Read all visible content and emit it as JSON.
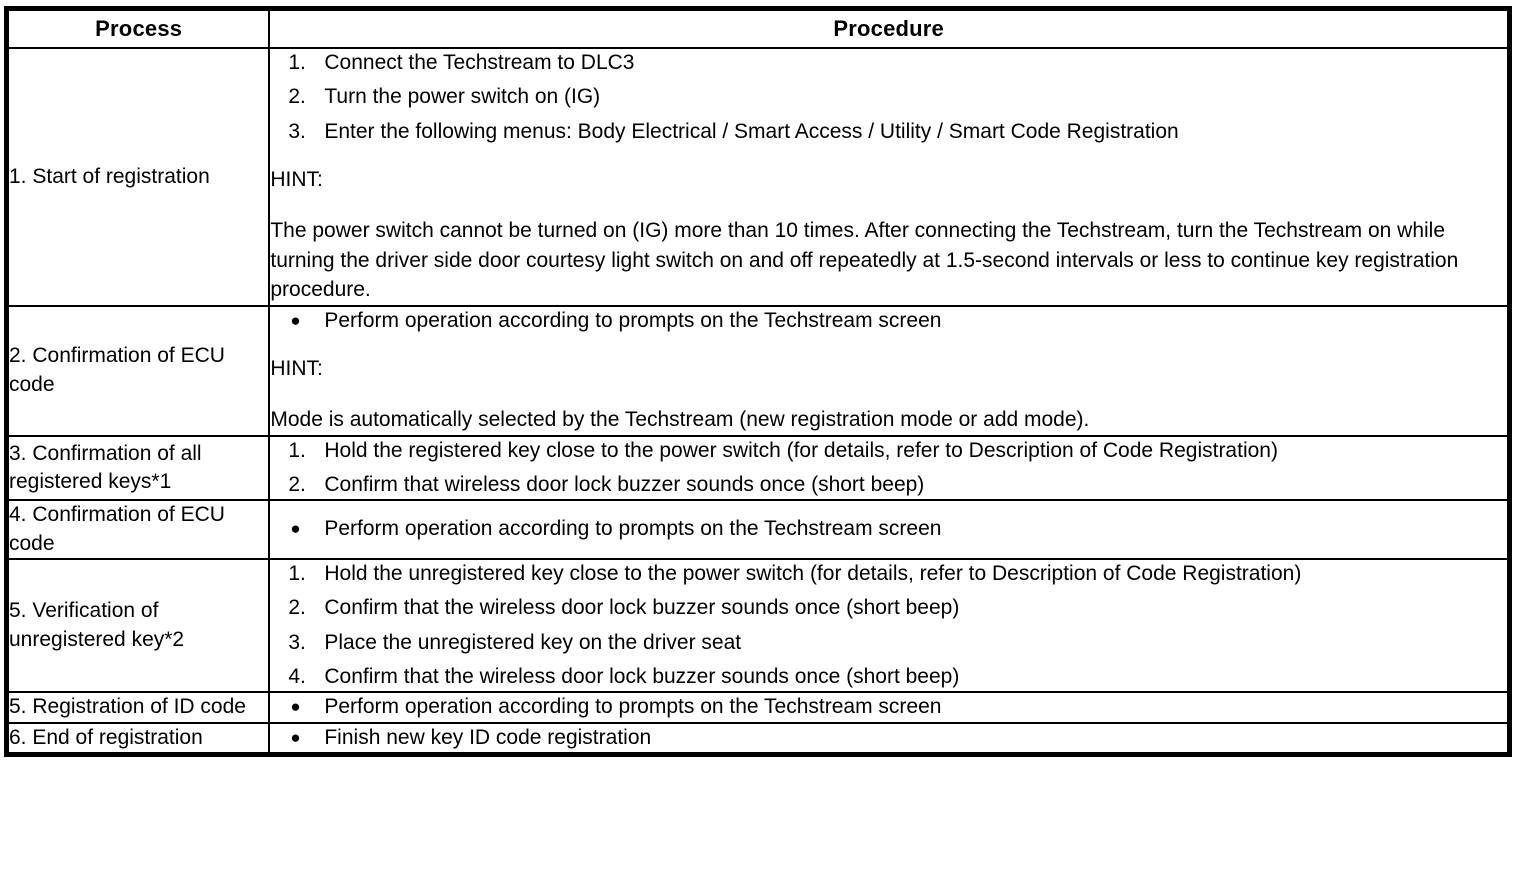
{
  "document": {
    "type": "procedure-table",
    "colors": {
      "text": "#000000",
      "background": "#ffffff",
      "border": "#000000"
    }
  },
  "table": {
    "headers": {
      "process": "Process",
      "procedure": "Procedure"
    },
    "bullet_glyph": "●",
    "rows": [
      {
        "process": "1. Start of registration",
        "steps": [
          {
            "num": "1.",
            "text": "Connect the Techstream to DLC3"
          },
          {
            "num": "2.",
            "text": "Turn the power switch on (IG)"
          },
          {
            "num": "3.",
            "text": "Enter the following menus: Body Electrical / Smart Access / Utility / Smart Code Registration"
          }
        ],
        "hint_label": "HINT:",
        "hint_body": "The power switch cannot be turned on (IG) more than 10 times. After connecting the Techstream, turn the Techstream on while turning the driver side door courtesy light switch on and off repeatedly at 1.5-second intervals or less to continue key registration procedure."
      },
      {
        "process": "2. Confirmation of ECU code",
        "bullets": [
          "Perform operation according to prompts on the Techstream screen"
        ],
        "hint_label": "HINT:",
        "hint_body": "Mode is automatically selected by the Techstream (new registration mode or add mode)."
      },
      {
        "process": "3. Confirmation of all registered keys*1",
        "steps": [
          {
            "num": "1.",
            "text": "Hold the registered key close to the power switch (for details, refer to Description of Code Registration)"
          },
          {
            "num": "2.",
            "text": "Confirm that wireless door lock buzzer sounds once (short beep)"
          }
        ]
      },
      {
        "process": "4. Confirmation of ECU code",
        "bullets": [
          "Perform operation according to prompts on the Techstream screen"
        ]
      },
      {
        "process": "5. Verification of unregistered key*2",
        "steps": [
          {
            "num": "1.",
            "text": "Hold the unregistered key close to the power switch (for details, refer to Description of Code Registration)"
          },
          {
            "num": "2.",
            "text": "Confirm that the wireless door lock buzzer sounds once (short beep)"
          },
          {
            "num": "3.",
            "text": "Place the unregistered key on the driver seat"
          },
          {
            "num": "4.",
            "text": "Confirm that the wireless door lock buzzer sounds once (short beep)"
          }
        ]
      },
      {
        "process": "5. Registration of ID code",
        "bullets": [
          "Perform operation according to prompts on the Techstream screen"
        ]
      },
      {
        "process": "6. End of registration",
        "bullets": [
          "Finish new key ID code registration"
        ]
      }
    ]
  }
}
